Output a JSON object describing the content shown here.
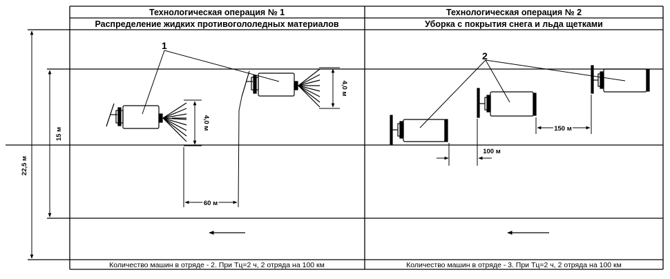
{
  "operations": [
    {
      "title": "Технологическая операция № 1",
      "subtitle": "Распределение жидких противогололедных материалов",
      "footer": "Количество машин в отряде - 2. При Тц=2 ч, 2 отряда на 100 км",
      "callout": "1",
      "spread_width_1": "4,0 м",
      "spread_width_2": "4,0 м",
      "gap": "60 м"
    },
    {
      "title": "Технологическая операция № 2",
      "subtitle": "Уборка с покрытия снега и льда щетками",
      "footer": "Количество машин в отряде - 3. При Тц=2 ч, 2 отряда на 100 км",
      "callout": "2",
      "gap_short": "100 м",
      "gap_long": "150 м"
    }
  ],
  "dimensions": {
    "road_width": "22,5 м",
    "lane_width": "15 м"
  },
  "colors": {
    "ink": "#000000",
    "paper": "#ffffff"
  }
}
